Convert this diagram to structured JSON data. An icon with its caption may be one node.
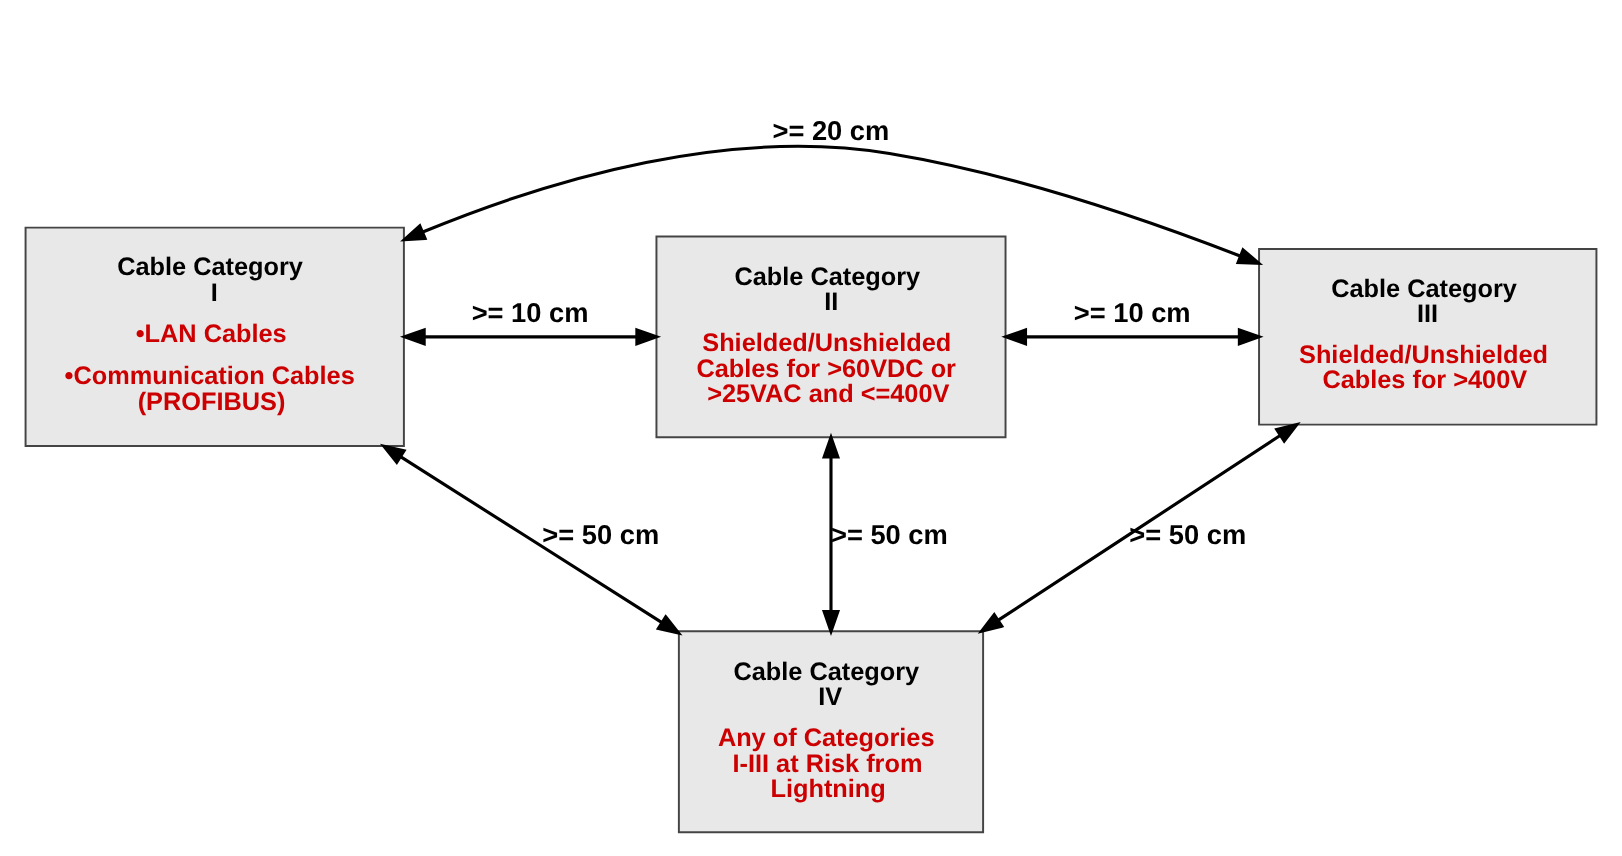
{
  "diagram": {
    "nodes": [
      {
        "text": [
          "Cable Category I",
          "•LAN Cables",
          "•Communication Cables (PROFIBUS)"
        ]
      },
      {
        "text": [
          "Cable Category II",
          "Shielded/Unshielded Cables for >60VDC or >25VAC and <=400V"
        ]
      },
      {
        "text": [
          "Cable Category III",
          "Shielded/Unshielded Cables for >400V"
        ]
      },
      {
        "text": [
          "Cable Category IV",
          "Any of Categories I-III at Risk from Lightning"
        ]
      }
    ],
    "edges": [
      {
        "from": 0,
        "to": 2,
        "arrow": "both",
        "label": ">= 20 cm"
      },
      {
        "from": 0,
        "to": 1,
        "arrow": "both",
        "label": ">= 10 cm"
      },
      {
        "from": 1,
        "to": 2,
        "arrow": "both",
        "label": ">= 10 cm"
      },
      {
        "from": 0,
        "to": 3,
        "arrow": "both",
        "label": ">= 50 cm"
      },
      {
        "from": 1,
        "to": 3,
        "arrow": "both",
        "label": ">= 50 cm"
      },
      {
        "from": 2,
        "to": 3,
        "arrow": "both",
        "label": ">= 50 cm"
      }
    ]
  }
}
